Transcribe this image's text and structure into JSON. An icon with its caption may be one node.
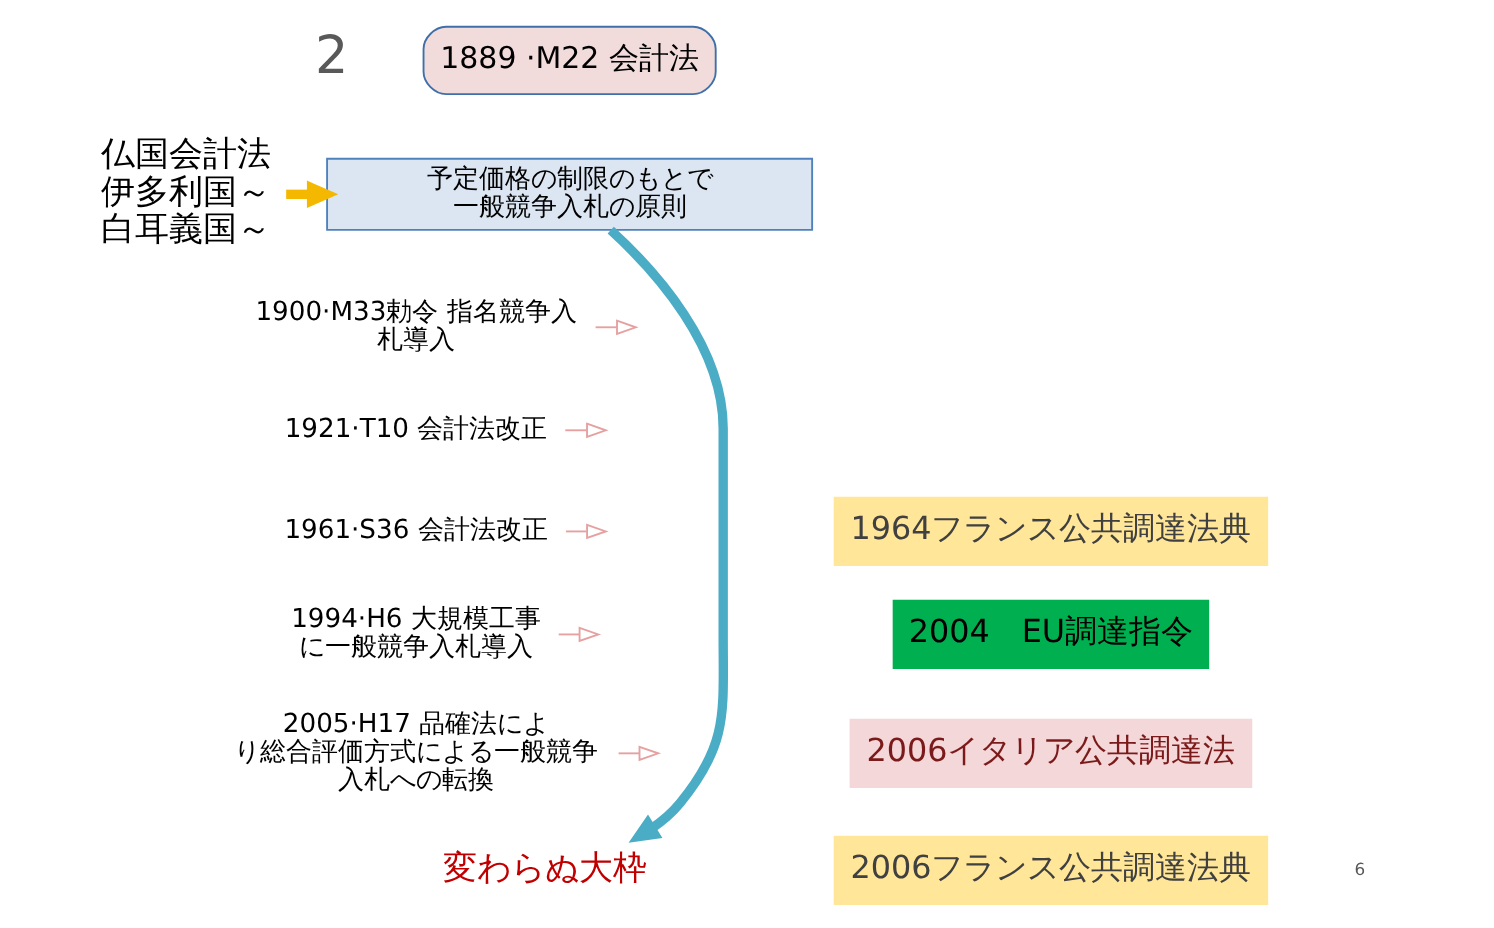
{
  "diagram": {
    "nodes": [
      {
        "text": [
          "1889 ·M22 会計法"
        ]
      },
      {
        "text": [
          "予定価格の制限のもとで一般競争入札の原則"
        ]
      },
      {
        "text": [
          "仏国会計法伊多利国～白耳義国～"
        ]
      },
      {
        "text": [
          "1900·M33勅令 指名競争入札導入"
        ]
      },
      {
        "text": [
          "1921·T10 会計法改正"
        ]
      },
      {
        "text": [
          "1961·S36 会計法改正"
        ]
      },
      {
        "text": [
          "1994·H6 大規模工事に一般競争入札導入"
        ]
      },
      {
        "text": [
          "2005·H17 品確法により総合評価方式による一般競争入札への転換"
        ]
      },
      {
        "text": [
          "変わらぬ大枠"
        ]
      },
      {
        "text": [
          "1964フランス公共調達法典"
        ]
      },
      {
        "text": [
          "2004　EU調達指令"
        ]
      },
      {
        "text": [
          "2006イタリア公共調達法"
        ]
      },
      {
        "text": [
          "2006フランス公共調達法典"
        ]
      }
    ],
    "edges": [
      {
        "from": 2,
        "to": 1,
        "arrow": "to",
        "style": "thick",
        "color": "#f5b800"
      },
      {
        "from": 1,
        "to": 8,
        "arrow": "to",
        "style": "thick",
        "color": "#4bacc6"
      },
      {
        "from": 3,
        "to": null,
        "arrow": "to"
      },
      {
        "from": 4,
        "to": null,
        "arrow": "to"
      },
      {
        "from": 5,
        "to": null,
        "arrow": "to"
      },
      {
        "from": 6,
        "to": null,
        "arrow": "to"
      },
      {
        "from": 7,
        "to": null,
        "arrow": "to"
      }
    ],
    "labels": [
      "2",
      "6"
    ]
  }
}
